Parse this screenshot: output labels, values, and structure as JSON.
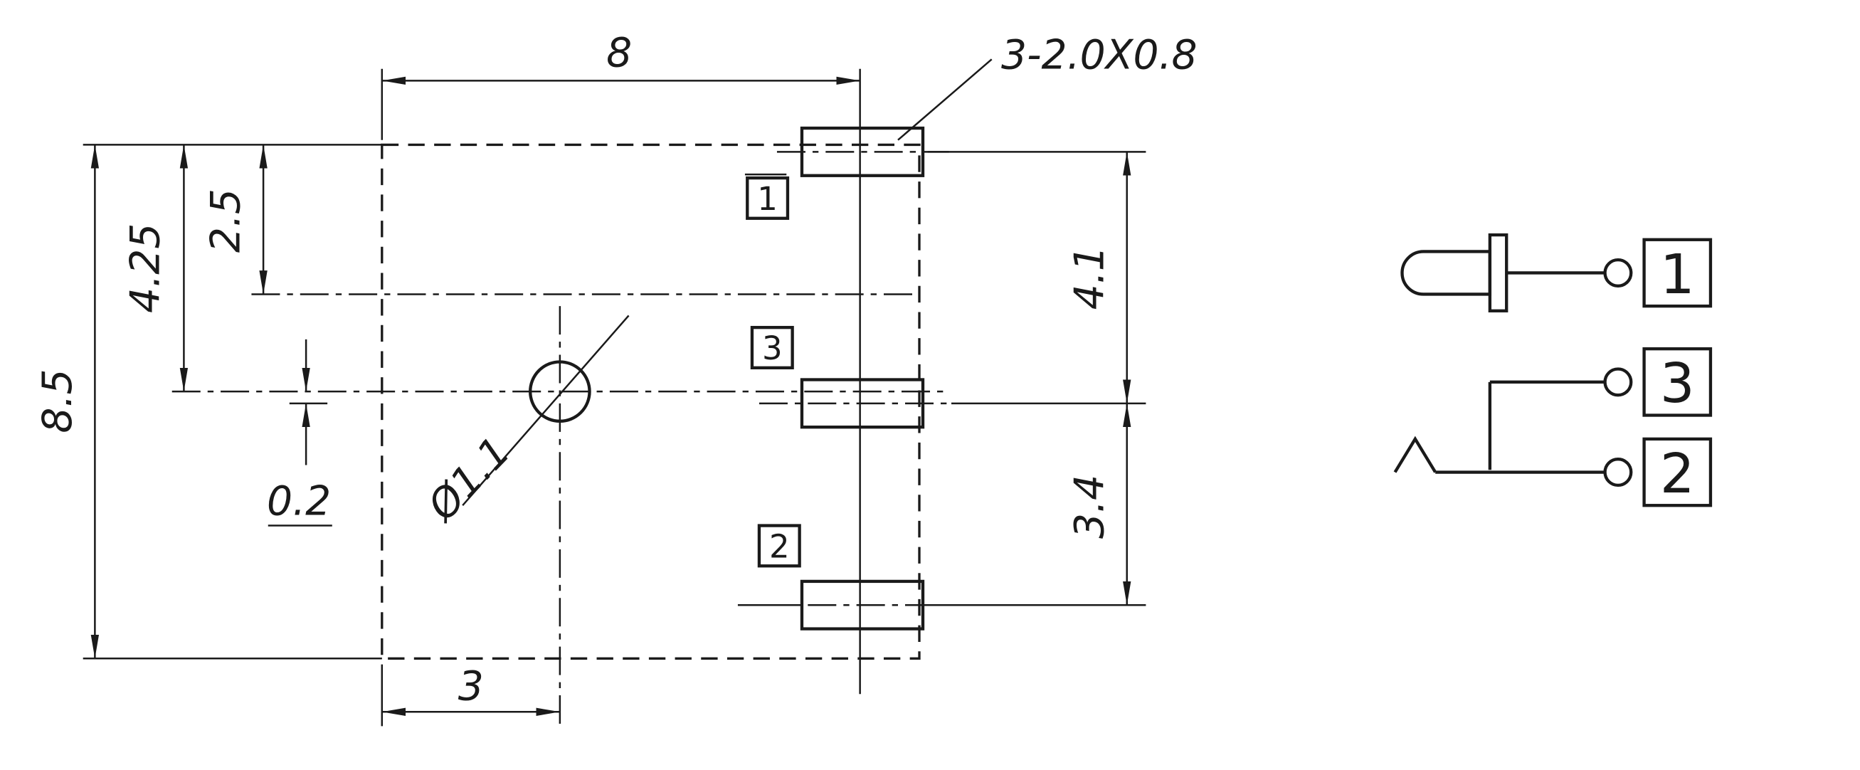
{
  "drawing_title": "connector-footprint-dimension-drawing",
  "colors": {
    "ink": "#1a1a1a",
    "background": "#ffffff"
  },
  "dimensions": {
    "top_width": "8",
    "overall_height": "8.5",
    "half_height": "4.25",
    "upper_pitch": "2.5",
    "center_offset": "0.2",
    "hole_diameter": "Ø1.1",
    "pad_spec": "3-2.0X0.8",
    "pitch_1_3": "4.1",
    "pitch_3_2": "3.4",
    "hole_x": "3"
  },
  "pad_labels": {
    "pad1": "1",
    "pad3": "3",
    "pad2": "2"
  },
  "schematic_pins": {
    "pin1": "1",
    "pin3": "3",
    "pin2": "2"
  }
}
